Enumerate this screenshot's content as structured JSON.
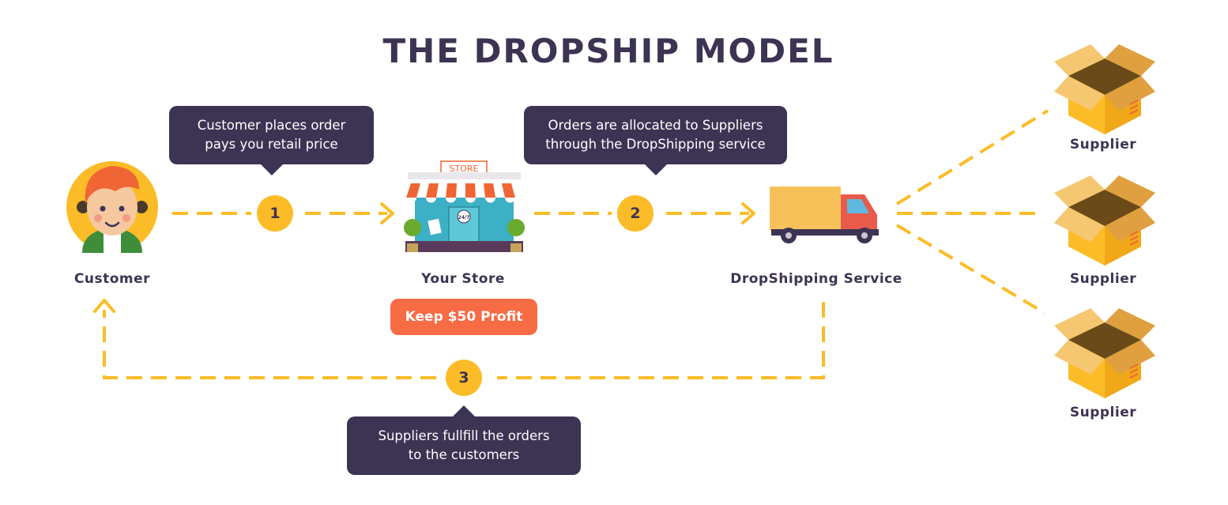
{
  "title": "THE DROPSHIP MODEL",
  "colors": {
    "dark": "#3d3353",
    "accent": "#fbbc27",
    "profit": "#f76b45",
    "white": "#ffffff"
  },
  "bubbles": {
    "customer_order": [
      "Customer places order",
      "pays you retail price"
    ],
    "allocation": [
      "Orders are allocated to Suppliers",
      "through the DropShipping service"
    ],
    "fulfillment": [
      "Suppliers fullfill the orders",
      "to the customers"
    ]
  },
  "nodes": {
    "customer": {
      "label": "Customer",
      "icon": "customer-avatar-icon"
    },
    "store": {
      "label": "Your Store",
      "icon": "storefront-icon",
      "sign": "STORE",
      "door_sign": "24/7"
    },
    "service": {
      "label": "DropShipping Service",
      "icon": "delivery-truck-icon"
    },
    "suppliers": [
      {
        "label": "Supplier",
        "icon": "open-box-icon"
      },
      {
        "label": "Supplier",
        "icon": "open-box-icon"
      },
      {
        "label": "Supplier",
        "icon": "open-box-icon"
      }
    ]
  },
  "profit_badge": "Keep $50 Profit",
  "steps": [
    "1",
    "2",
    "3"
  ]
}
